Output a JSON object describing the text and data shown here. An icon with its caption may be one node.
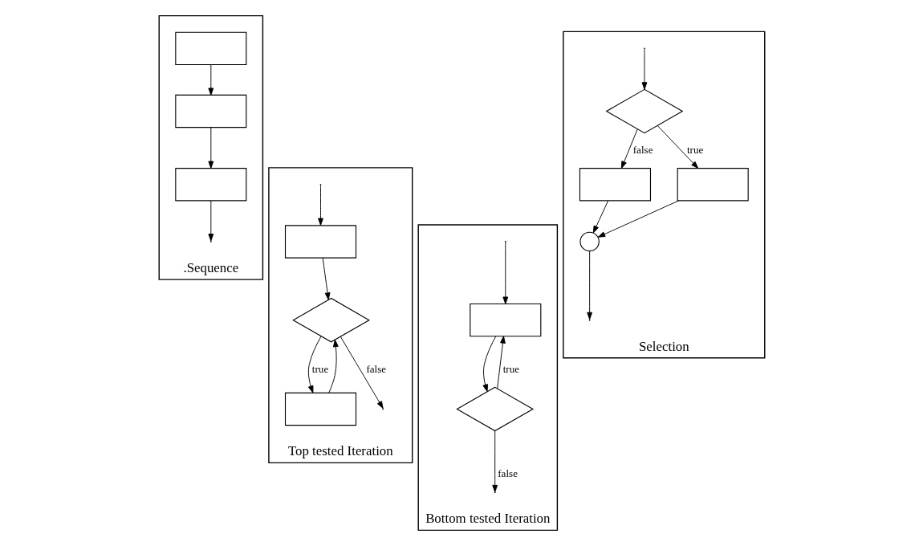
{
  "diagram": {
    "nodes": [
      {
        "text": [
          ".Sequence"
        ]
      },
      {
        "text": [],
        "shape": "box",
        "in": 0
      },
      {
        "text": [],
        "shape": "box",
        "in": 0
      },
      {
        "text": [],
        "shape": "box",
        "in": 0
      },
      {
        "text": [
          "Selection"
        ]
      },
      {
        "text": [],
        "shape": "diamond",
        "in": 4
      },
      {
        "text": [],
        "shape": "box",
        "in": 4
      },
      {
        "text": [],
        "shape": "box",
        "in": 4
      },
      {
        "text": [],
        "shape": "circle",
        "in": 4
      },
      {
        "text": [
          "Top tested Iteration"
        ]
      },
      {
        "text": [],
        "shape": "box",
        "in": 9
      },
      {
        "text": [],
        "shape": "diamond",
        "in": 9
      },
      {
        "text": [],
        "shape": "box",
        "in": 9
      },
      {
        "text": [
          "Bottom tested Iteration"
        ]
      },
      {
        "text": [],
        "shape": "box",
        "in": 13
      },
      {
        "text": [],
        "shape": "diamond",
        "in": 13
      }
    ],
    "edges": [
      {
        "from": 1,
        "to": 2,
        "arrow": "to"
      },
      {
        "from": 2,
        "to": 3,
        "arrow": "to"
      },
      {
        "from": 3,
        "to": null,
        "arrow": "to"
      },
      {
        "from": null,
        "to": 5,
        "arrow": "to"
      },
      {
        "from": 5,
        "to": 6,
        "arrow": "to",
        "label": "false"
      },
      {
        "from": 5,
        "to": 7,
        "arrow": "to",
        "label": "true"
      },
      {
        "from": 6,
        "to": 8,
        "arrow": "to"
      },
      {
        "from": 7,
        "to": 8,
        "arrow": "to"
      },
      {
        "from": 8,
        "to": null,
        "arrow": "to"
      },
      {
        "from": null,
        "to": 10,
        "arrow": "to"
      },
      {
        "from": 10,
        "to": 11,
        "arrow": "to"
      },
      {
        "from": 11,
        "to": 12,
        "arrow": "to",
        "label": "true"
      },
      {
        "from": 12,
        "to": 11,
        "arrow": "to"
      },
      {
        "from": 11,
        "to": null,
        "arrow": "to",
        "label": "false"
      },
      {
        "from": null,
        "to": 14,
        "arrow": "to"
      },
      {
        "from": 14,
        "to": 15,
        "arrow": "to"
      },
      {
        "from": 15,
        "to": 14,
        "arrow": "to",
        "label": "true"
      },
      {
        "from": 15,
        "to": null,
        "arrow": "to",
        "label": "false"
      }
    ]
  }
}
